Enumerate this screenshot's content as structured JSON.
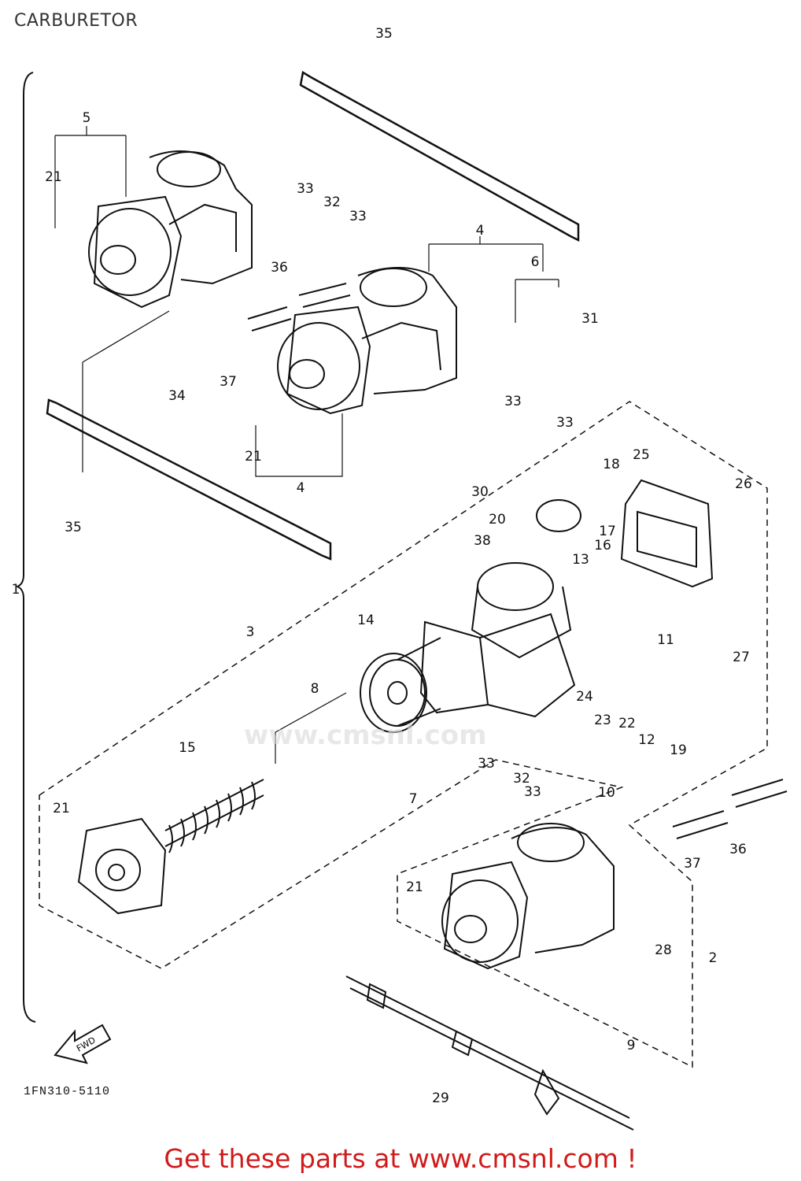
{
  "title": "CARBURETOR",
  "diagram_code": "1FN310-5110",
  "footer_text": "Get these parts at www.cmsnl.com !",
  "watermark": "www.cmsnl.com",
  "callouts": [
    "35",
    "5",
    "21",
    "33",
    "32",
    "33",
    "4",
    "6",
    "36",
    "31",
    "34",
    "37",
    "33",
    "33",
    "21",
    "4",
    "35",
    "18",
    "25",
    "26",
    "30",
    "20",
    "38",
    "17",
    "16",
    "13",
    "1",
    "3",
    "14",
    "11",
    "27",
    "8",
    "24",
    "23",
    "22",
    "12",
    "19",
    "15",
    "33",
    "32",
    "7",
    "33",
    "10",
    "21",
    "37",
    "36",
    "21",
    "28",
    "2",
    "9",
    "29"
  ],
  "arrow_label": "FWD",
  "colors": {
    "ink": "#111111",
    "footer": "#d11a1a",
    "title": "#333333"
  }
}
